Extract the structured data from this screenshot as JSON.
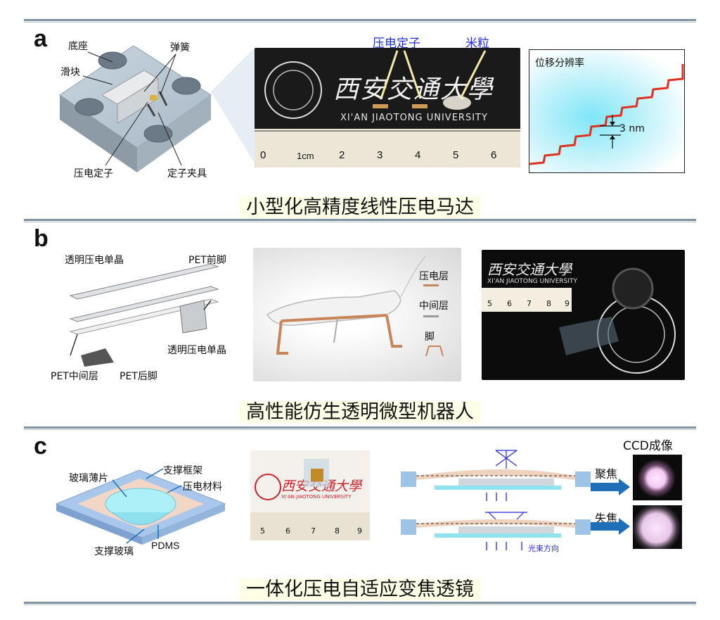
{
  "panel_a": {
    "letter": "a",
    "motor_labels": {
      "base": "底座",
      "spring": "弹簧",
      "slider": "滑块",
      "stator": "压电定子",
      "clamp": "定子夹具"
    },
    "photo_labels": {
      "stator": "压电定子",
      "rice": "米粒"
    },
    "photo_text": {
      "calligraphy": "西安交通大學",
      "university": "XI'AN JIAOTONG UNIVERSITY"
    },
    "ruler_numbers": [
      "0",
      "1cm",
      "2",
      "3",
      "4",
      "5",
      "6"
    ],
    "inset_title": "位移分辨率",
    "step_label": "3 nm",
    "caption": "小型化高精度线性压电马达"
  },
  "panel_b": {
    "letter": "b",
    "layer_labels": {
      "top": "透明压电单晶",
      "front_foot": "PET前脚",
      "bottom": "透明压电单晶",
      "mid": "PET中间层",
      "rear_foot": "PET后脚"
    },
    "legend": {
      "piezo": "压电层",
      "middle": "中间层",
      "foot": "脚"
    },
    "photo_text": {
      "calligraphy": "西安交通大學",
      "university": "XI'AN JIAOTONG UNIVERSITY"
    },
    "ruler_numbers": [
      "5",
      "6",
      "7",
      "8",
      "9"
    ],
    "caption": "高性能仿生透明微型机器人"
  },
  "panel_c": {
    "letter": "c",
    "lens_labels": {
      "frame": "支撑框架",
      "glass_sheet": "玻璃薄片",
      "piezo": "压电材料",
      "support_glass": "支撑玻璃",
      "pdms": "PDMS"
    },
    "photo_text": {
      "calligraphy": "西安交通大學",
      "university": "XI'AN JIAOTONG UNIVERSITY"
    },
    "ruler_numbers": [
      "5",
      "6",
      "7",
      "8",
      "9"
    ],
    "beam_label": "光束方向",
    "ccd_title": "CCD成像",
    "focus": "聚焦",
    "defocus": "失焦",
    "caption": "一体化压电自适应变焦透镜"
  },
  "colors": {
    "blue_label": "#1f2fd6",
    "rule": "#7f93a8",
    "copper": "#c8855a",
    "arrow_blue": "#1f6fb8",
    "step_red": "#e0301e"
  }
}
